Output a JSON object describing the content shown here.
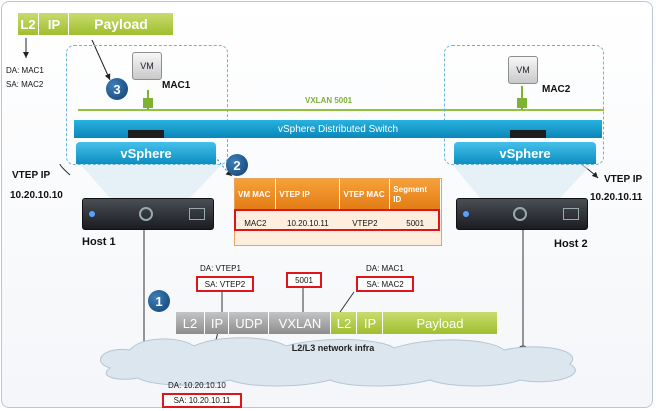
{
  "top_frame": {
    "l2": "L2",
    "ip": "IP",
    "payload": "Payload"
  },
  "left_addr": {
    "da": "DA: MAC1",
    "sa": "SA: MAC2"
  },
  "vm_left": {
    "label": "VM",
    "mac": "MAC1"
  },
  "vm_right": {
    "label": "VM",
    "mac": "MAC2"
  },
  "vxlan_label": "VXLAN 5001",
  "vds_label": "vSphere Distributed Switch",
  "vsphere_left": "vSphere",
  "vsphere_right": "vSphere",
  "vtep_left": {
    "label": "VTEP IP",
    "ip": "10.20.10.10"
  },
  "vtep_right": {
    "label": "VTEP IP",
    "ip": "10.20.10.11"
  },
  "host_left": "Host 1",
  "host_right": "Host 2",
  "steps": [
    "1",
    "2",
    "3"
  ],
  "table": {
    "headers": [
      "VM MAC",
      "VTEP IP",
      "VTEP MAC",
      "Segment ID"
    ],
    "row": [
      "MAC2",
      "10.20.10.11",
      "VTEP2",
      "5001"
    ]
  },
  "outer": {
    "da": "DA: VTEP1",
    "sa": "SA: VTEP2",
    "segment": "5001",
    "inner_da": "DA: MAC1",
    "inner_sa": "SA: MAC2"
  },
  "encap": {
    "l2": "L2",
    "ip": "IP",
    "udp": "UDP",
    "vxlan": "VXLAN",
    "l2b": "L2",
    "ipb": "IP",
    "payload": "Payload"
  },
  "network_label": "L2/L3 network infra",
  "bottom_ip": {
    "da": "DA: 10.20.10.10",
    "sa": "SA: 10.20.10.11"
  },
  "colors": {
    "green": "#9fbe2e",
    "blue": "#0a86b8",
    "orange": "#e27a12",
    "red": "#e0151a",
    "navy": "#103f70"
  }
}
